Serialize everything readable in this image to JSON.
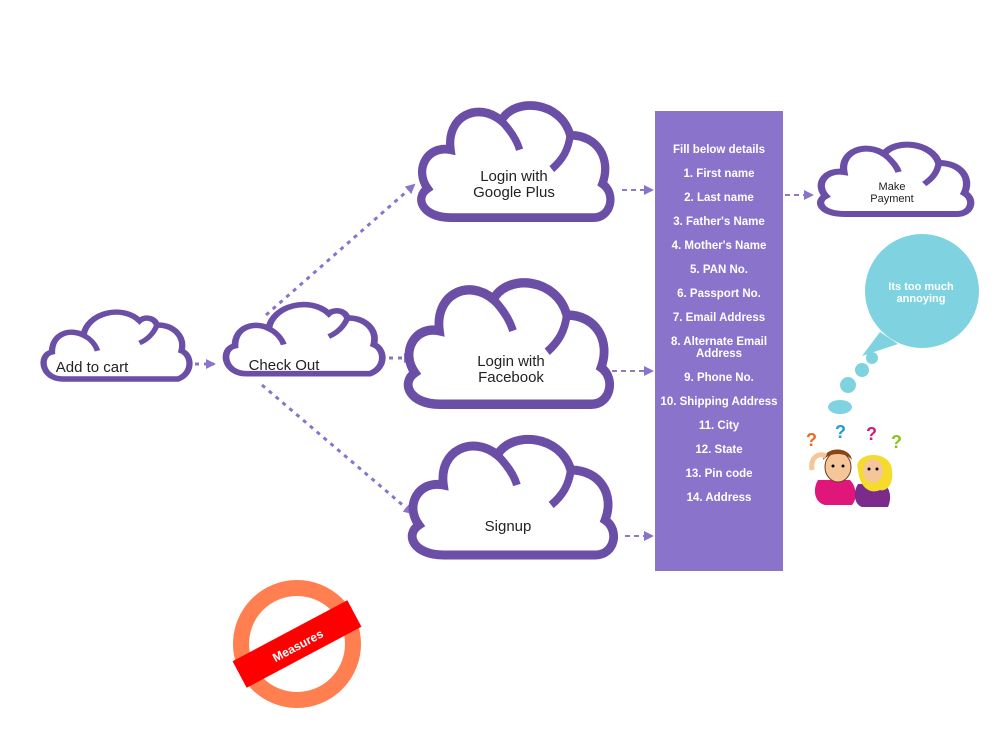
{
  "colors": {
    "cloud": "#6b4fa6",
    "arrow": "#8a73cb",
    "panel": "#8a73cb",
    "bubble": "#7fd3e0",
    "bubble_dark": "#5fb9cc",
    "stop_ring": "#ff7f50",
    "stop_band": "#ff0000"
  },
  "clouds": {
    "add_to_cart": "Add to cart",
    "check_out": "Check Out",
    "login_google_l1": "Login with",
    "login_google_l2": "Google Plus",
    "login_facebook_l1": "Login with",
    "login_facebook_l2": "Facebook",
    "signup": "Signup",
    "make_payment_l1": "Make",
    "make_payment_l2": "Payment"
  },
  "panel": {
    "heading": "Fill below details",
    "items": [
      "1. First name",
      "2. Last name",
      "3. Father's Name",
      "4. Mother's Name",
      "5. PAN No.",
      "6. Passport No.",
      "7. Email Address",
      "8. Alternate Email",
      "Address",
      "9. Phone No.",
      "10. Shipping Address",
      "11. City",
      "12. State",
      "13. Pin code",
      "14. Address"
    ]
  },
  "thought": {
    "line1": "Its too much",
    "line2": "annoying"
  },
  "icons": [
    "confused-people-icon",
    "stop-sign-icon",
    "thought-bubble-icon"
  ],
  "stop_sign": {
    "label": "Measures"
  },
  "question_marks": [
    "?",
    "?",
    "?",
    "?"
  ]
}
